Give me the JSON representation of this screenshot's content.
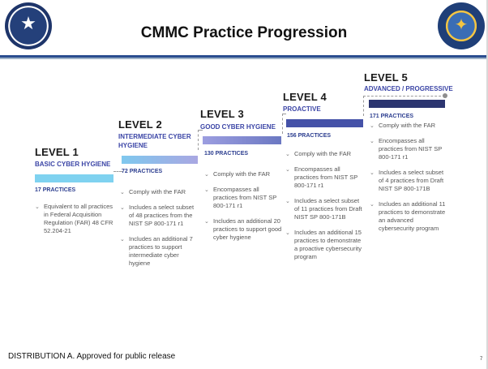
{
  "title": "CMMC Practice Progression",
  "footer": "DISTRIBUTION A.  Approved for public release",
  "page_number": "7",
  "colors": {
    "header_rule": "#2a4d8f",
    "subtitle": "#3b45a6",
    "count": "#2b3d8f"
  },
  "levels": [
    {
      "title": "LEVEL 1",
      "subtitle": "BASIC CYBER HYGIENE",
      "count": "17 PRACTICES",
      "bar_color": "#7fd2f0",
      "bullets": [
        "Equivalent to all practices in Federal Acquisition Regulation (FAR) 48 CFR 52.204-21"
      ]
    },
    {
      "title": "LEVEL 2",
      "subtitle": "INTERMEDIATE CYBER HYGIENE",
      "count": "72 PRACTICES",
      "bar_color": "#8fa9dd",
      "bullets": [
        "Comply with the FAR",
        "Includes a select subset of 48 practices from the NIST SP 800-171 r1",
        "Includes an additional 7 practices to support intermediate cyber hygiene"
      ]
    },
    {
      "title": "LEVEL 3",
      "subtitle": "GOOD CYBER HYGIENE",
      "count": "130 PRACTICES",
      "bar_color": "#7683c9",
      "bullets": [
        "Comply with the FAR",
        "Encompasses all practices from NIST SP 800-171 r1",
        "Includes an additional 20 practices to support good cyber hygiene"
      ]
    },
    {
      "title": "LEVEL 4",
      "subtitle": "PROACTIVE",
      "count": "156 PRACTICES",
      "bar_color": "#4552a8",
      "bullets": [
        "Comply with the FAR",
        "Encompasses all practices from NIST SP 800-171 r1",
        "Includes a select subset of 11 practices from Draft NIST SP 800-171B",
        "Includes an additional 15 practices to demonstrate a proactive cybersecurity program"
      ]
    },
    {
      "title": "LEVEL 5",
      "subtitle": "ADVANCED / PROGRESSIVE",
      "count": "171 PRACTICES",
      "bar_color": "#2c3570",
      "bullets": [
        "Comply with the FAR",
        "Encompasses all practices from NIST SP 800-171 r1",
        "Includes a select subset of 4 practices from Draft NIST SP 800-171B",
        "Includes an additional 11 practices to demonstrate an advanced cybersecurity program"
      ]
    }
  ]
}
